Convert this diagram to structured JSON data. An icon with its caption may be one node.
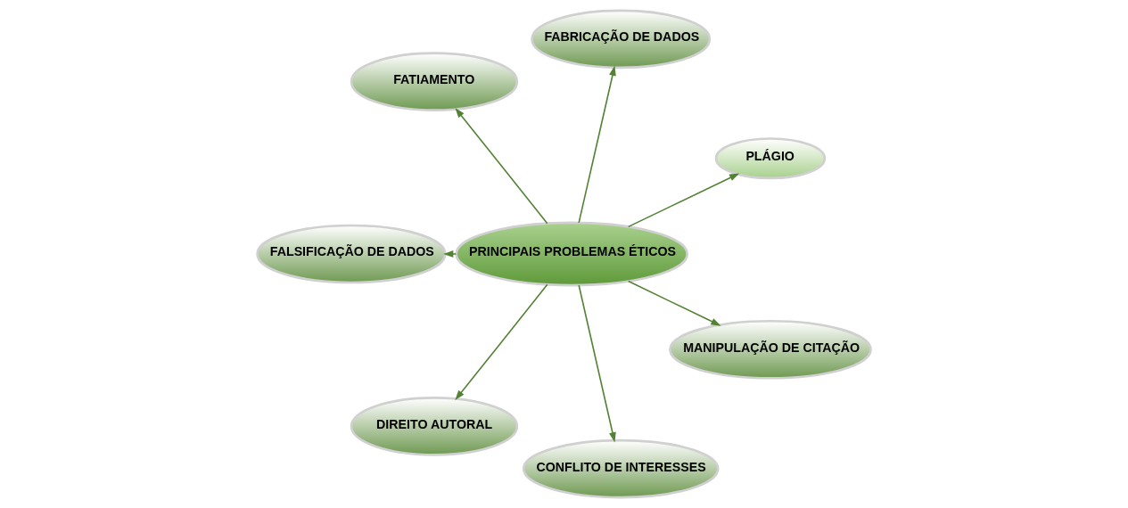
{
  "diagram": {
    "nodes": [
      {
        "text": [
          "PLÁGIO"
        ]
      },
      {
        "text": [
          "FABRICAÇÃO DE DADOS"
        ]
      },
      {
        "text": [
          "FATIAMENTO"
        ]
      },
      {
        "text": [
          "FALSIFICAÇÃO DE DADOS"
        ]
      },
      {
        "text": [
          "PRINCIPAIS PROBLEMAS ÉTICOS"
        ]
      },
      {
        "text": [
          "DIREITO AUTORAL"
        ]
      },
      {
        "text": [
          "CONFLITO DE INTERESSES"
        ]
      },
      {
        "text": [
          "MANIPULAÇÃO DE CITAÇÃO"
        ]
      }
    ],
    "edges": [
      {
        "from": 4,
        "to": 0,
        "arrow": "to"
      },
      {
        "from": 4,
        "to": 1,
        "arrow": "to"
      },
      {
        "from": 4,
        "to": 2,
        "arrow": "to"
      },
      {
        "from": 4,
        "to": 3,
        "arrow": "to"
      },
      {
        "from": 4,
        "to": 5,
        "arrow": "to"
      },
      {
        "from": 4,
        "to": 6,
        "arrow": "to"
      },
      {
        "from": 4,
        "to": 7,
        "arrow": "to"
      }
    ]
  }
}
